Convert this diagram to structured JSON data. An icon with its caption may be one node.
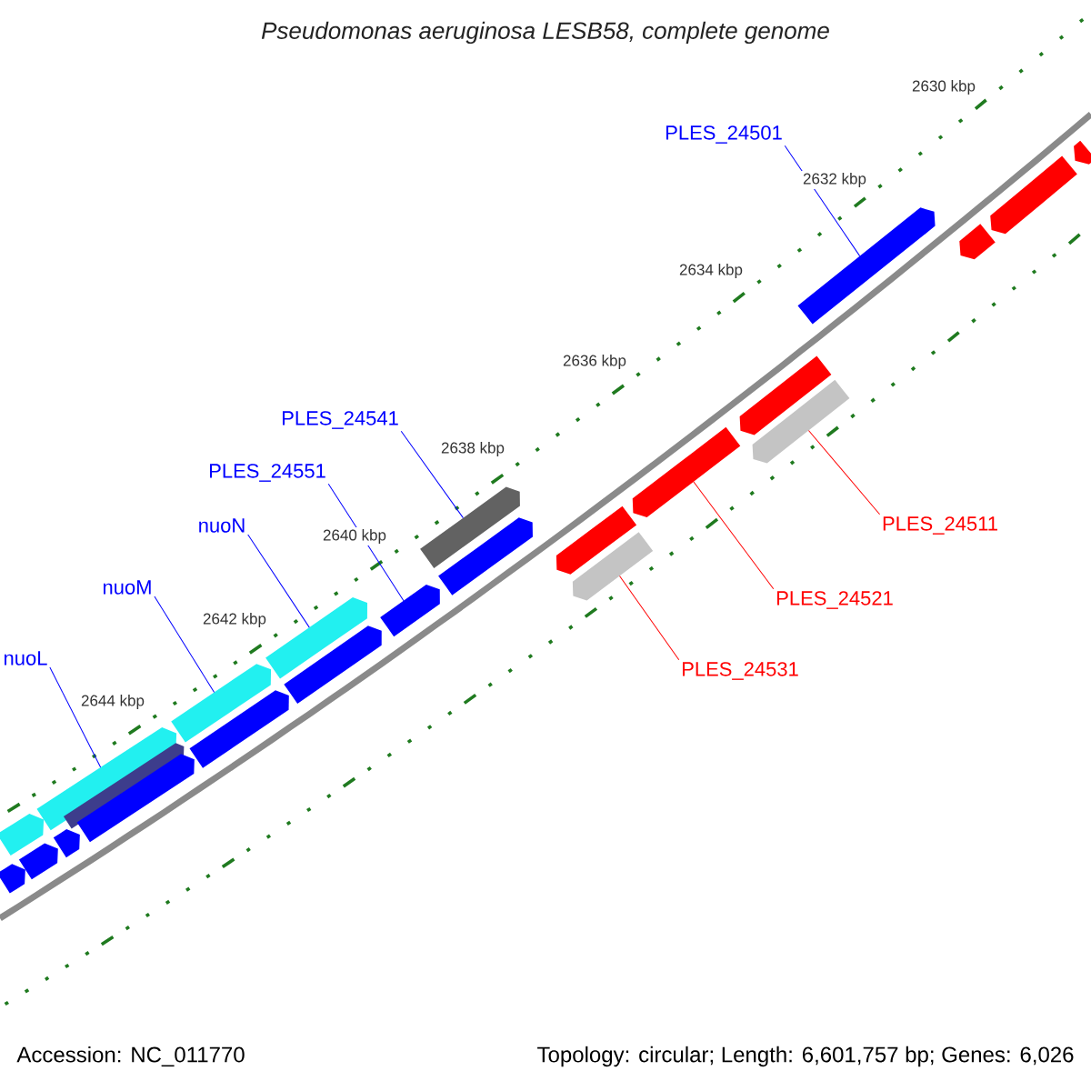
{
  "diagram": {
    "title": "Pseudomonas aeruginosa LESB58, complete genome",
    "nodes": [
      {
        "text": [
          "PLES_24501"
        ]
      },
      {
        "text": [
          "PLES_24541"
        ]
      },
      {
        "text": [
          "PLES_24551"
        ]
      },
      {
        "text": [
          "nuoN"
        ]
      },
      {
        "text": [
          "PLES_24511"
        ]
      },
      {
        "text": [
          "nuoM"
        ]
      },
      {
        "text": [
          "PLES_24521"
        ]
      },
      {
        "text": [
          "nuoL"
        ]
      },
      {
        "text": [
          "PLES_24531"
        ]
      },
      {
        "text": [],
        "shape": "bar"
      },
      {
        "text": [],
        "shape": "bar"
      },
      {
        "text": [],
        "shape": "bar"
      },
      {
        "text": [],
        "shape": "bar"
      },
      {
        "text": [],
        "shape": "bar"
      },
      {
        "text": [],
        "shape": "bar"
      },
      {
        "text": [],
        "shape": "bar"
      },
      {
        "text": [],
        "shape": "bar"
      },
      {
        "text": [],
        "shape": "bar"
      },
      {
        "text": [],
        "shape": "bar"
      },
      {
        "text": [],
        "shape": "bar"
      },
      {
        "text": [],
        "shape": "bar"
      },
      {
        "text": [],
        "shape": "bar"
      },
      {
        "text": [],
        "shape": "bar"
      },
      {
        "text": [],
        "shape": "bar"
      },
      {
        "text": [],
        "shape": "bar"
      },
      {
        "text": [],
        "shape": "bar"
      },
      {
        "text": [],
        "shape": "bar"
      },
      {
        "text": [],
        "shape": "bar"
      },
      {
        "text": [],
        "shape": "bar"
      },
      {
        "text": [],
        "shape": "bar"
      },
      {
        "text": [],
        "shape": "bar"
      },
      {
        "text": [],
        "shape": "bar"
      }
    ],
    "edges": [
      {
        "from": 0,
        "to": 28,
        "arrow": "none"
      },
      {
        "from": 1,
        "to": 21,
        "arrow": "none"
      },
      {
        "from": 2,
        "to": 20,
        "arrow": "none"
      },
      {
        "from": 3,
        "to": 18,
        "arrow": "none"
      },
      {
        "from": 5,
        "to": 16,
        "arrow": "none"
      },
      {
        "from": 7,
        "to": 12,
        "arrow": "none"
      },
      {
        "from": 4,
        "to": 27,
        "arrow": "none",
        "color": "#ff0000"
      },
      {
        "from": 6,
        "to": 25,
        "arrow": "none",
        "color": "#ff0000"
      },
      {
        "from": 8,
        "to": 24,
        "arrow": "none",
        "color": "#ff0000"
      }
    ],
    "labels": [
      "2630 kbp",
      "2632 kbp",
      "2634 kbp",
      "2636 kbp",
      "2638 kbp",
      "2640 kbp",
      "2642 kbp",
      "2644 kbp",
      "Accession: NC_011770",
      "Topology: circular; Length: 6,601,757 bp; Genes: 6,026"
    ]
  }
}
